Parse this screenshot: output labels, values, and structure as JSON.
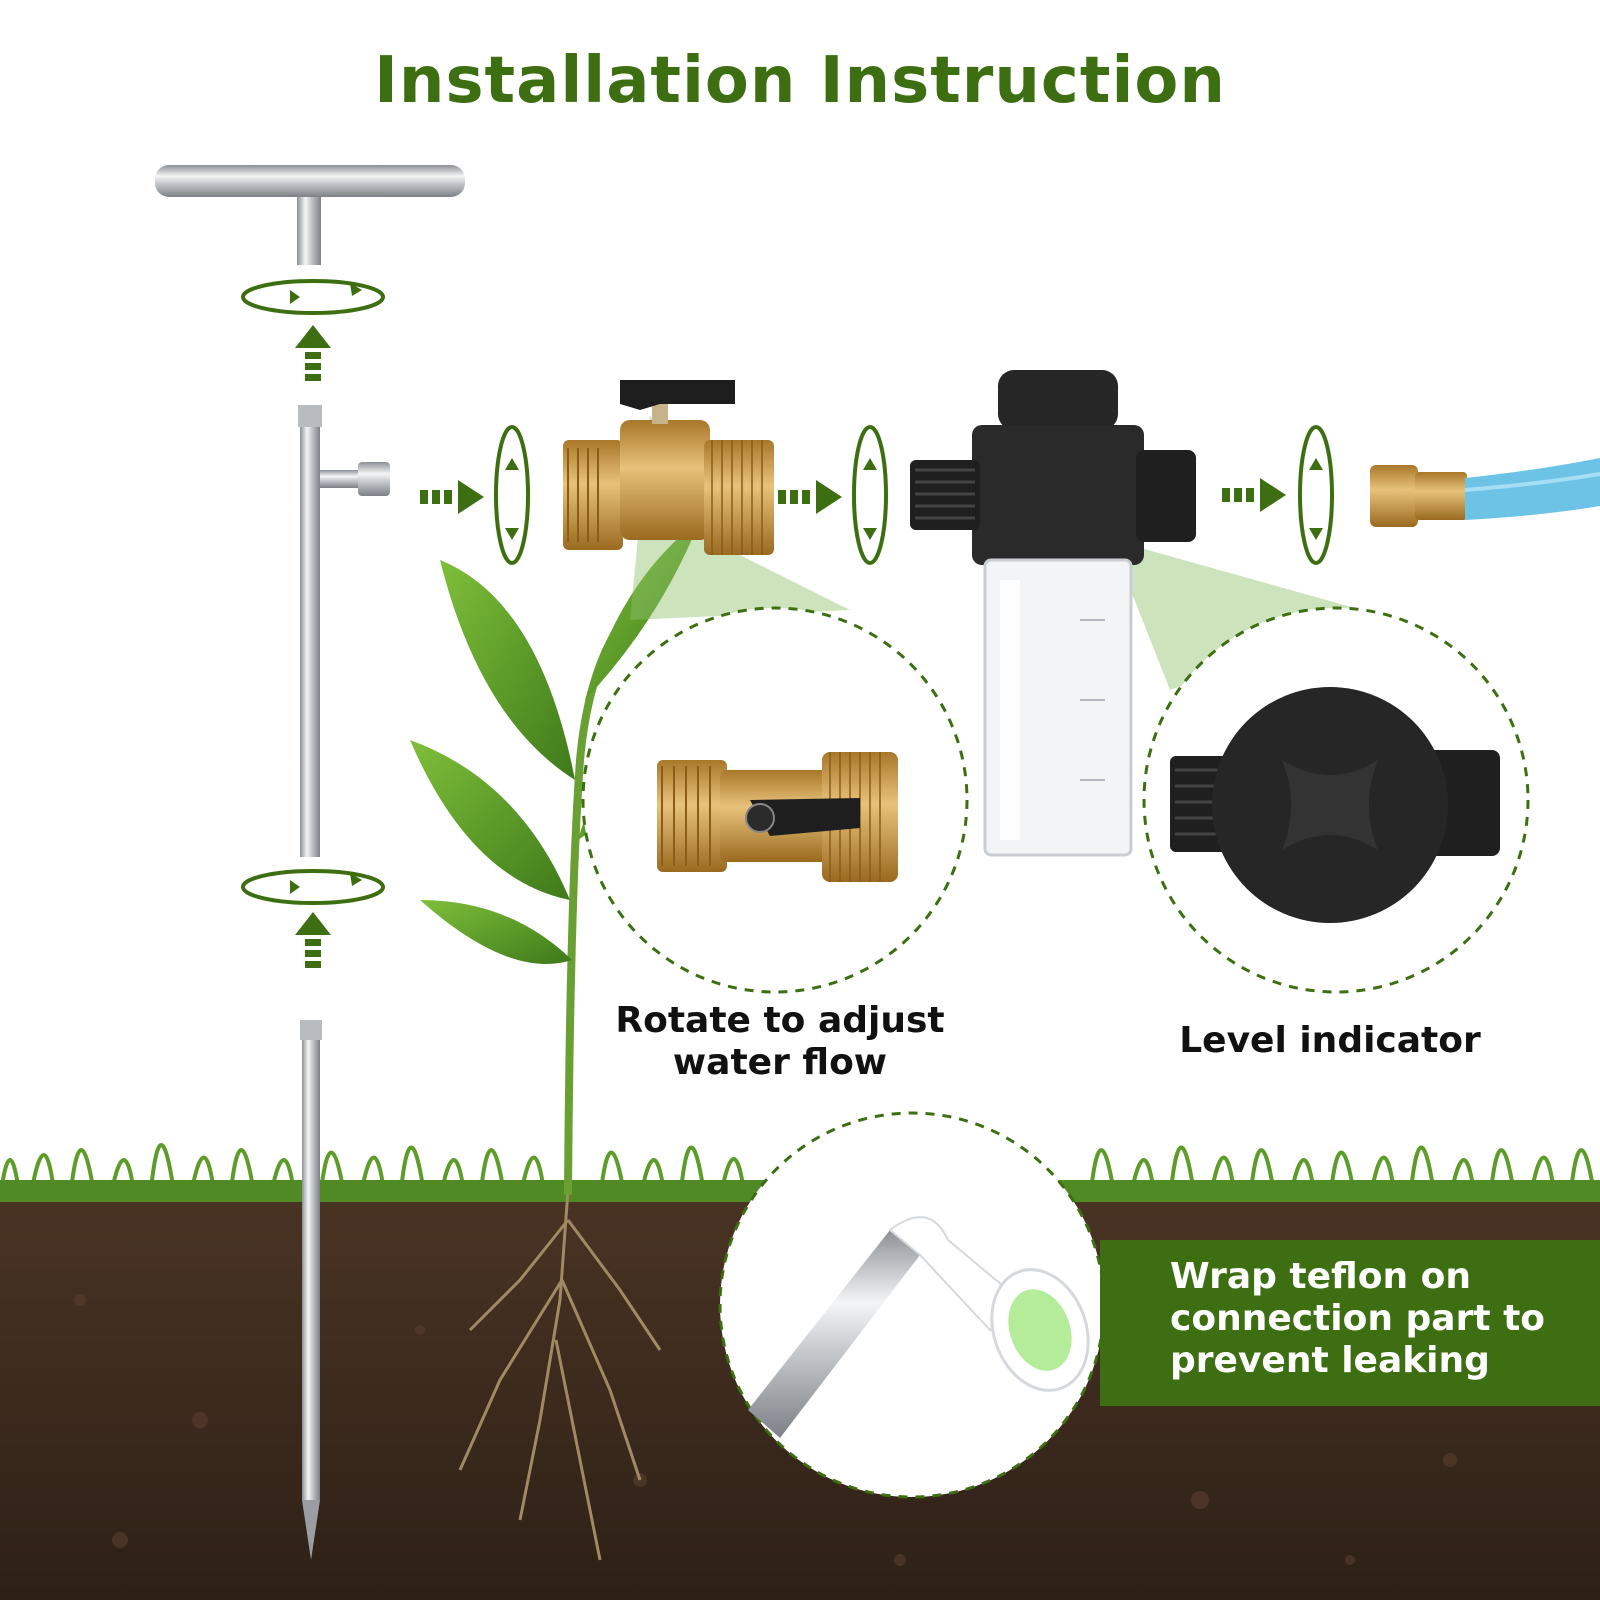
{
  "title": "Installation Instruction",
  "captions": {
    "valve": "Rotate to adjust water flow",
    "level": "Level indicator",
    "teflon": "Wrap teflon on connection part to prevent leaking"
  },
  "colors": {
    "accent_green": "#3d6f12",
    "banner_green": "#3d6f12",
    "brass": "#c9973a",
    "steel": "#c8cbcf",
    "hose_blue": "#6cc3e6",
    "soil": "#3b2a1d",
    "grass": "#5e9c2a",
    "bottle_black": "#222222"
  },
  "icons": [
    "rotate-arrows-icon",
    "dashed-arrow-up-icon",
    "dashed-arrow-right-icon",
    "vertical-rotate-icon"
  ]
}
